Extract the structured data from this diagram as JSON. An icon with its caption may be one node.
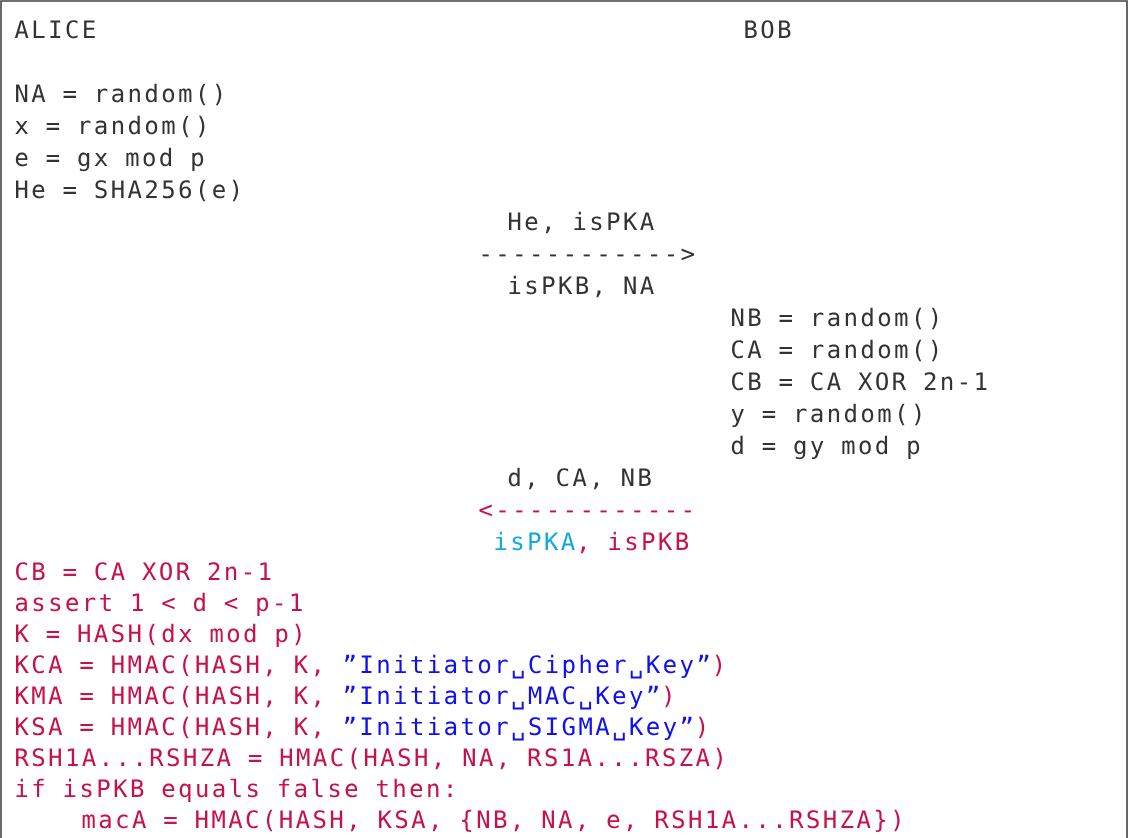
{
  "diagram": {
    "labels": [
      "ALICE",
      "BOB",
      "NA = random()",
      "x = random()",
      "e = gx mod p",
      "He = SHA256(e)",
      "He, isPKA",
      "------------>",
      "isPKB, NA",
      "NB = random()",
      "CA = random()",
      "CB = CA XOR 2n-1",
      "y = random()",
      "d = gy mod p",
      "d, CA, NB",
      "<------------",
      "isPKA",
      ", isPKB",
      "CB = CA XOR 2n-1",
      "assert 1 < d < p-1",
      "K = HASH(dx mod p)",
      "KCA = HMAC(HASH, K,",
      "”Initiator␣Cipher␣Key”",
      ")",
      "KMA = HMAC(HASH, K,",
      "”Initiator␣MAC␣Key”",
      ")",
      "KSA = HMAC(HASH, K,",
      "”Initiator␣SIGMA␣Key”",
      ")",
      "RSH1A...RSHZA = HMAC(HASH, NA, RS1A...RSZA)",
      "if isPKB equals false then:",
      "macA = HMAC(HASH, KSA, {NB, NA, e, RSH1A...RSHZA})"
    ]
  }
}
